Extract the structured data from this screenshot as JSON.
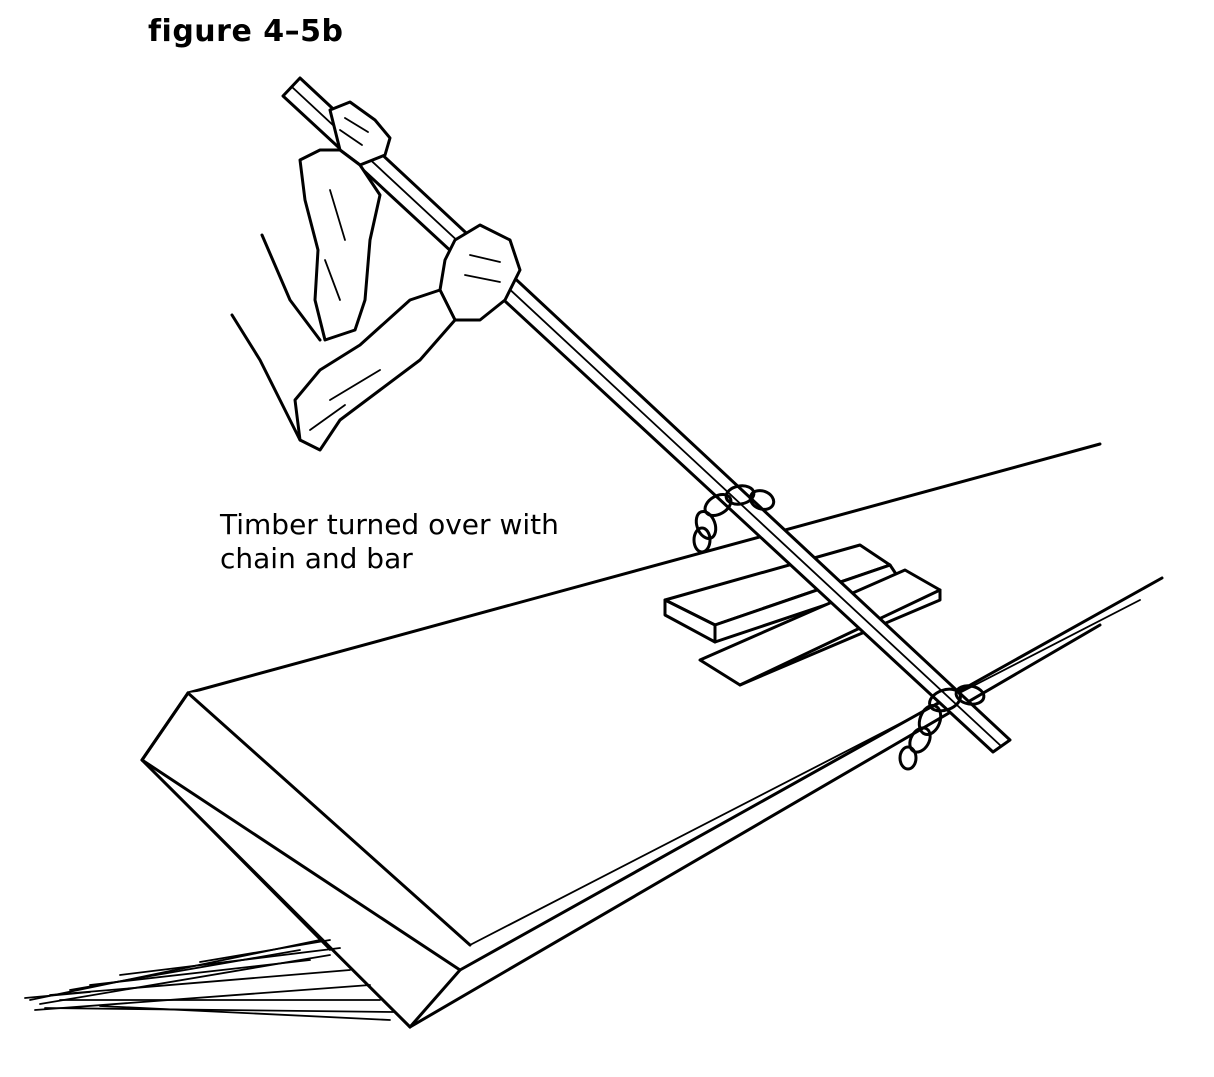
{
  "figure": {
    "label": "figure 4–5b",
    "caption_line1": "Timber turned over with",
    "caption_line2": "chain and bar"
  }
}
